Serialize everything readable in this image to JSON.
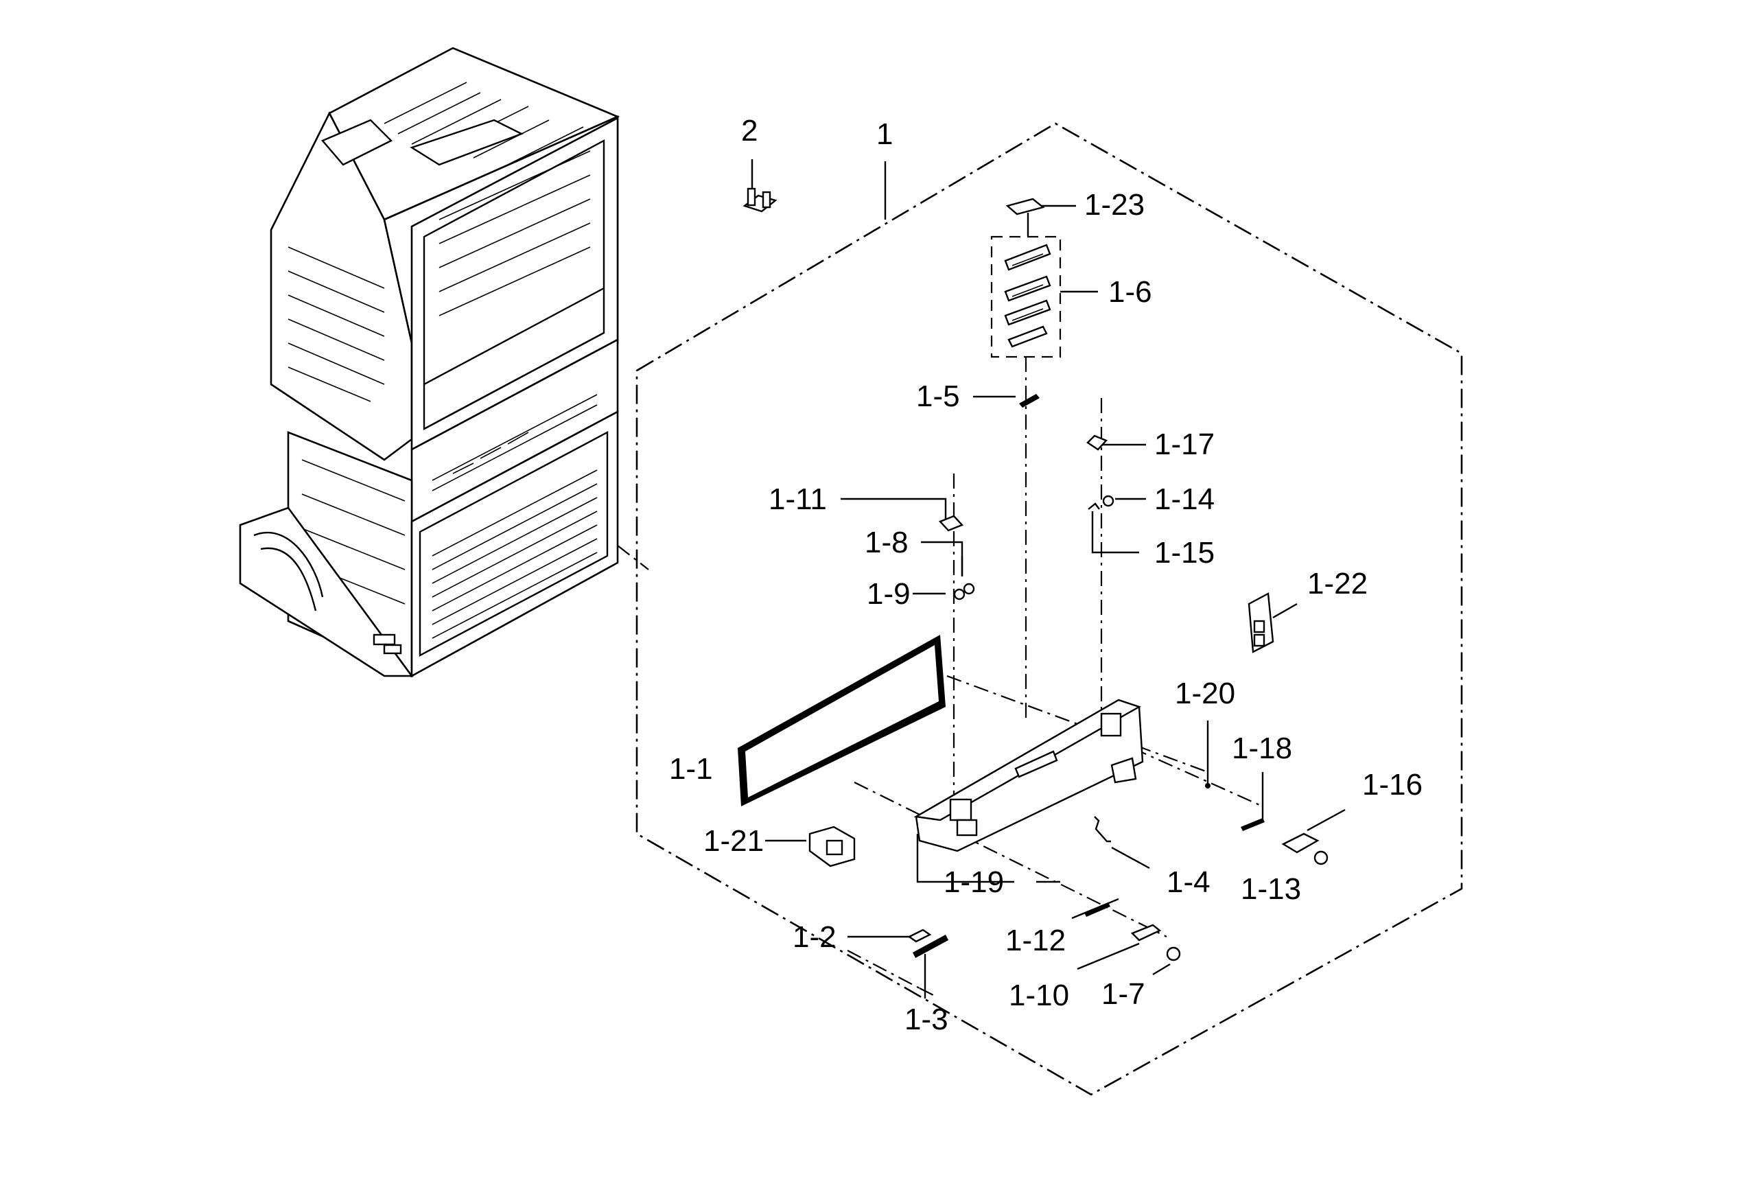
{
  "diagram": {
    "callouts": {
      "c_2": "2",
      "c_1": "1",
      "c_1_23": "1-23",
      "c_1_6": "1-6",
      "c_1_5": "1-5",
      "c_1_17": "1-17",
      "c_1_14": "1-14",
      "c_1_15": "1-15",
      "c_1_11": "1-11",
      "c_1_8": "1-8",
      "c_1_9": "1-9",
      "c_1_22": "1-22",
      "c_1_20": "1-20",
      "c_1_18": "1-18",
      "c_1_16": "1-16",
      "c_1_1": "1-1",
      "c_1_21": "1-21",
      "c_1_19": "1-19",
      "c_1_4": "1-4",
      "c_1_13": "1-13",
      "c_1_12": "1-12",
      "c_1_2": "1-2",
      "c_1_10": "1-10",
      "c_1_7": "1-7",
      "c_1_3": "1-3"
    }
  }
}
